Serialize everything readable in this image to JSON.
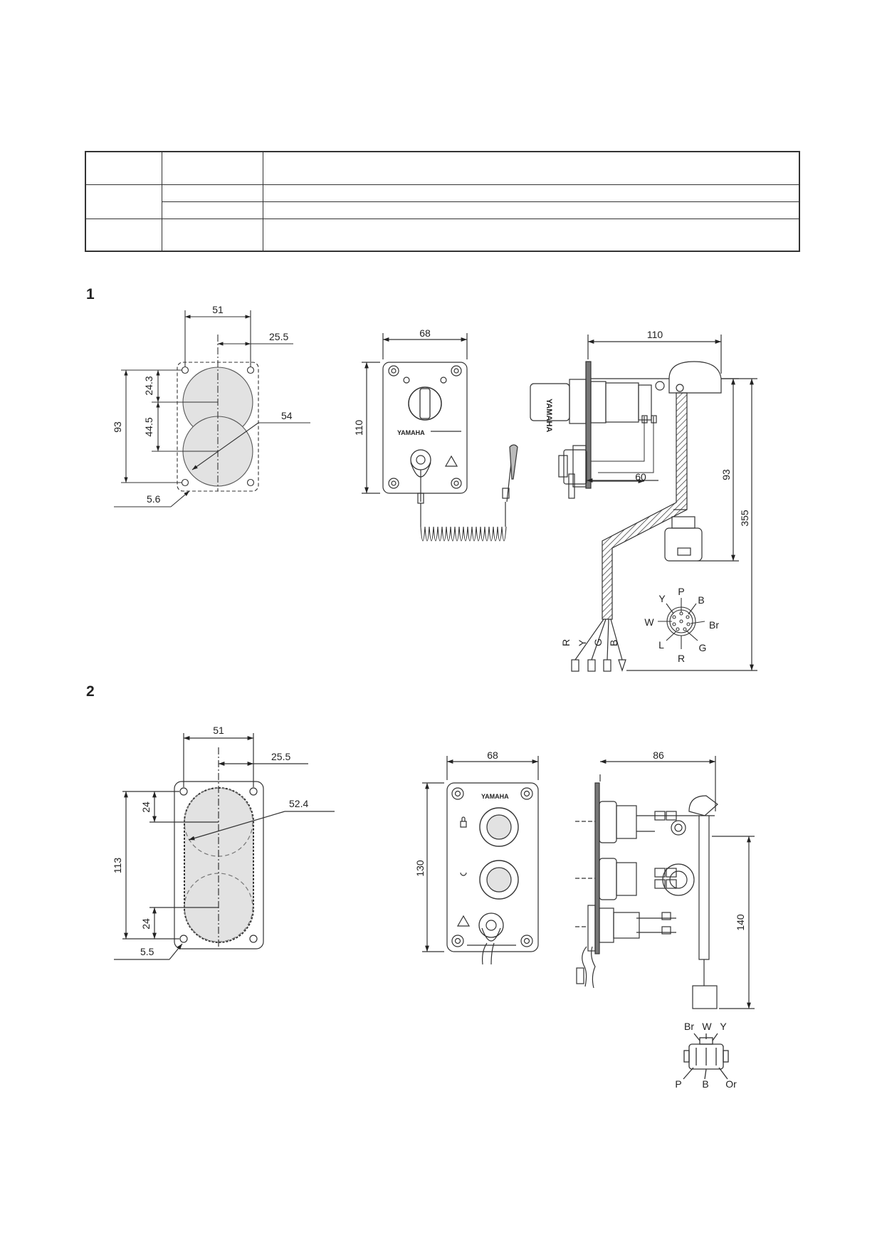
{
  "sections": [
    {
      "number": "1",
      "cutout": {
        "width": "51",
        "offset": "25.5",
        "height": "93",
        "upper": "24.3",
        "lower": "44.5",
        "diameter": "54",
        "hole": "5.6"
      },
      "front": {
        "width": "68",
        "height": "110",
        "logo": "YAMAHA"
      },
      "side": {
        "width": "110",
        "height_upper": "93",
        "height_total": "355",
        "wire_offset": "60",
        "key_logo": "YAMAHA"
      },
      "lead_wires": [
        "R",
        "Y",
        "G",
        "B"
      ],
      "connector_pins": [
        "P",
        "B",
        "Br",
        "G",
        "R",
        "L",
        "W",
        "Y"
      ]
    },
    {
      "number": "2",
      "cutout": {
        "width": "51",
        "offset": "25.5",
        "height": "113",
        "upper": "24",
        "lower": "24",
        "diameter": "52.4",
        "hole": "5.5"
      },
      "front": {
        "width": "68",
        "height": "130",
        "logo": "YAMAHA"
      },
      "side": {
        "width": "86",
        "height": "140"
      },
      "connector_pins": [
        "Br",
        "W",
        "Y",
        "P",
        "B",
        "Or"
      ]
    }
  ]
}
